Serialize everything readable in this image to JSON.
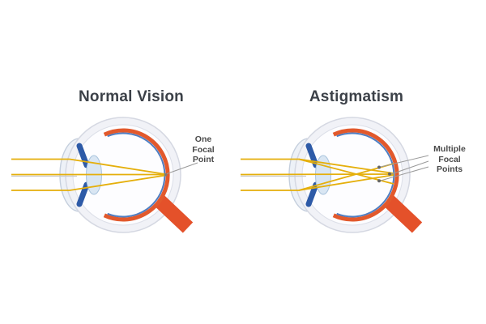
{
  "figure": {
    "panels": [
      {
        "title": "Normal Vision",
        "annotation": "One Focal Point"
      },
      {
        "title": "Astigmatism",
        "annotation": "Multiple Focal Points"
      }
    ],
    "colors": {
      "ray_yellow": "#E5AF0B",
      "choroid_orange": "#E2592C",
      "retina_blue": "#4F7EC2",
      "iris_blue": "#2D5AA7",
      "optic_nerve_red": "#E4512A",
      "title_text": "#3C4148",
      "label_text": "#4A4A4A"
    }
  }
}
